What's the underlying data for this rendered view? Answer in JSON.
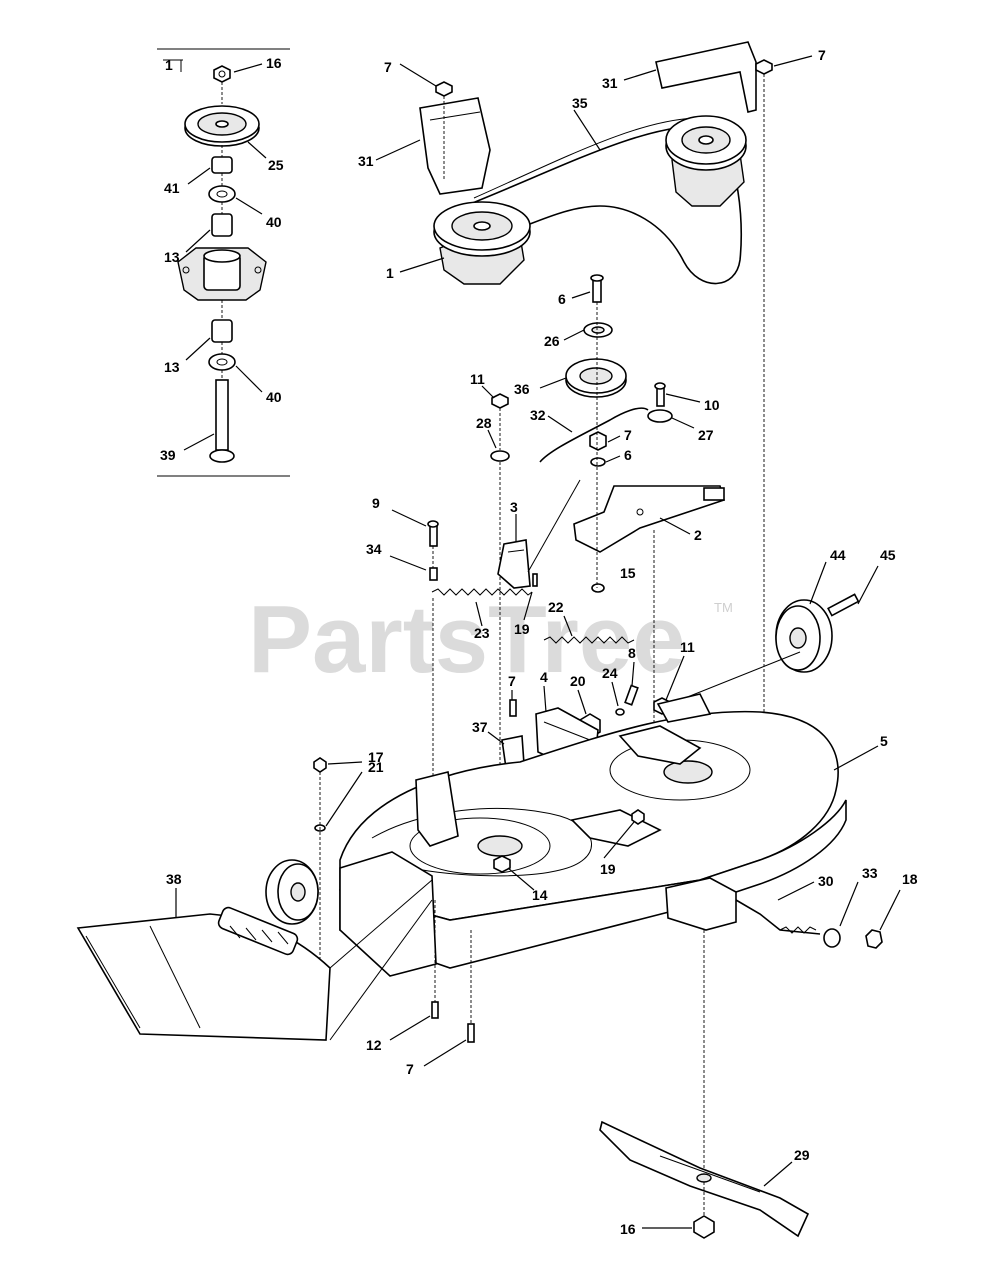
{
  "inset": {
    "label": "1"
  },
  "watermark": {
    "brand": "PartsTree",
    "mark": "TM"
  },
  "callouts": {
    "c16a": "16",
    "c25": "25",
    "c41": "41",
    "c40a": "40",
    "c13a": "13",
    "c13b": "13",
    "c40b": "40",
    "c39": "39",
    "c7a": "7",
    "c31a": "31",
    "c35": "35",
    "c1": "1",
    "c31b": "31",
    "c7b": "7",
    "c6a": "6",
    "c26": "26",
    "c36": "36",
    "c11a": "11",
    "c28": "28",
    "c32": "32",
    "c7c": "7",
    "c6b": "6",
    "c10": "10",
    "c27": "27",
    "c2": "2",
    "c15": "15",
    "c9": "9",
    "c34": "34",
    "c3": "3",
    "c23": "23",
    "c19a": "19",
    "c22": "22",
    "c44": "44",
    "c45": "45",
    "c8": "8",
    "c11b": "11",
    "c24": "24",
    "c20": "20",
    "c4": "4",
    "c7d": "7",
    "c37": "37",
    "c5": "5",
    "c17": "17",
    "c21": "21",
    "c19b": "19",
    "c14": "14",
    "c38": "38",
    "c30": "30",
    "c33": "33",
    "c18": "18",
    "c12": "12",
    "c7e": "7",
    "c29": "29",
    "c16b": "16"
  }
}
